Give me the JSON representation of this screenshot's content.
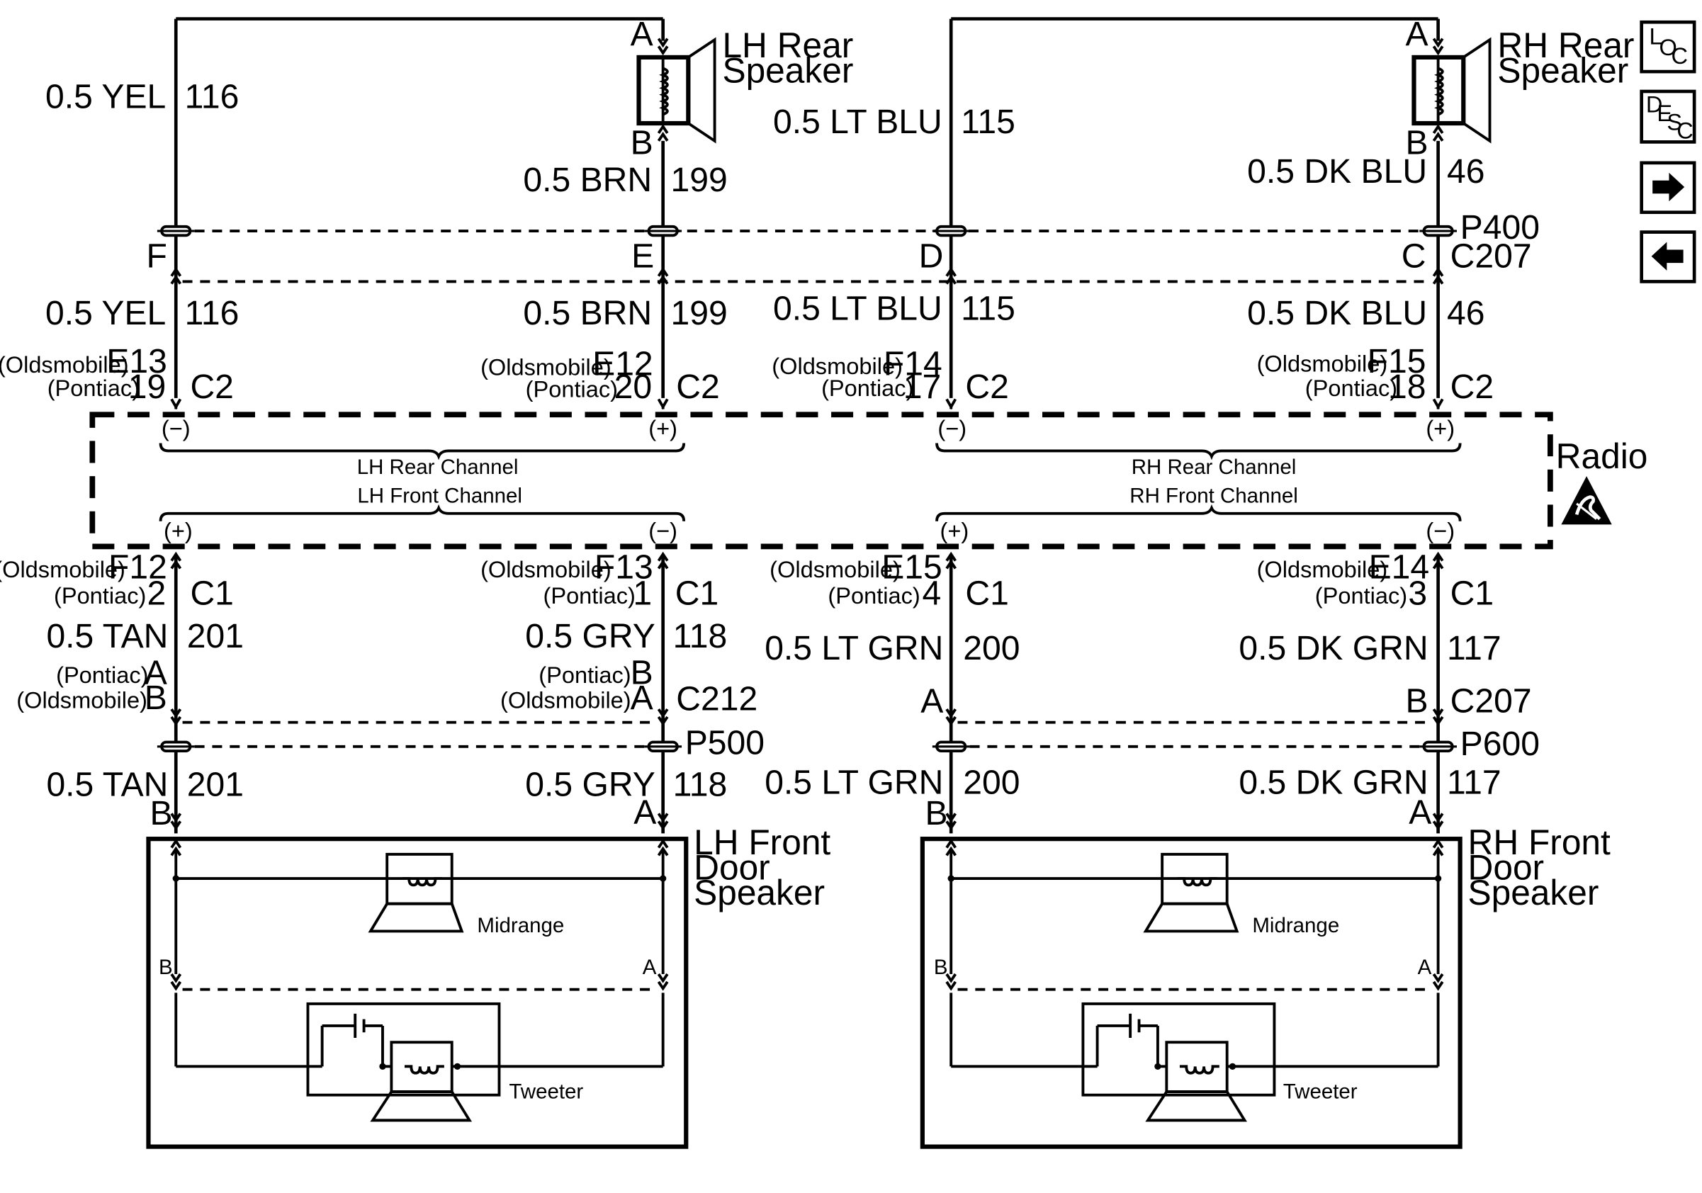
{
  "components": {
    "lh_rear_speaker": "LH Rear Speaker",
    "rh_rear_speaker": "RH Rear Speaker",
    "lh_front_door_speaker": "LH Front Door Speaker",
    "rh_front_door_speaker": "RH Front Door Speaker",
    "radio": "Radio",
    "midrange": "Midrange",
    "tweeter": "Tweeter"
  },
  "channels": {
    "lh_rear": "LH Rear Channel",
    "lh_front": "LH Front Channel",
    "rh_rear": "RH Rear  Channel",
    "rh_front": "RH Front Channel"
  },
  "polarity": {
    "neg": "(−)",
    "pos": "(+)"
  },
  "wires": {
    "yel": {
      "color": "0.5 YEL",
      "circuit": "116"
    },
    "brn": {
      "color": "0.5 BRN",
      "circuit": "199"
    },
    "ltblu": {
      "color": "0.5 LT BLU",
      "circuit": "115"
    },
    "dkblu": {
      "color": "0.5 DK BLU",
      "circuit": "46"
    },
    "tan": {
      "color": "0.5 TAN",
      "circuit": "201"
    },
    "gry": {
      "color": "0.5 GRY",
      "circuit": "118"
    },
    "ltgrn": {
      "color": "0.5 LT GRN",
      "circuit": "200"
    },
    "dkgrn": {
      "color": "0.5 DK GRN",
      "circuit": "117"
    }
  },
  "connectors": {
    "p400": "P400",
    "c207": "C207",
    "c2": "C2",
    "c1": "C1",
    "c212": "C212",
    "p500": "P500",
    "p600": "P600"
  },
  "pins": {
    "a": "A",
    "b": "B",
    "c": "C",
    "d": "D",
    "e": "E",
    "f": "F",
    "oldsmobile": "(Oldsmobile)",
    "pontiac": "(Pontiac)",
    "e13": "E13",
    "e12": "E12",
    "f14": "F14",
    "f15": "F15",
    "f12": "F12",
    "f13": "F13",
    "e15": "E15",
    "e14": "E14",
    "n19": "19",
    "n20": "20",
    "n17": "17",
    "n18": "18",
    "n2": "2",
    "n1": "1",
    "n4": "4",
    "n3": "3"
  },
  "nav": {
    "loc": {
      "l": "L",
      "o": "O",
      "c": "C"
    },
    "desc": {
      "d": "D",
      "e": "E",
      "s": "S",
      "c": "C"
    },
    "icons": [
      "arrow-right-icon",
      "arrow-left-icon",
      "esd-warning-icon"
    ]
  }
}
